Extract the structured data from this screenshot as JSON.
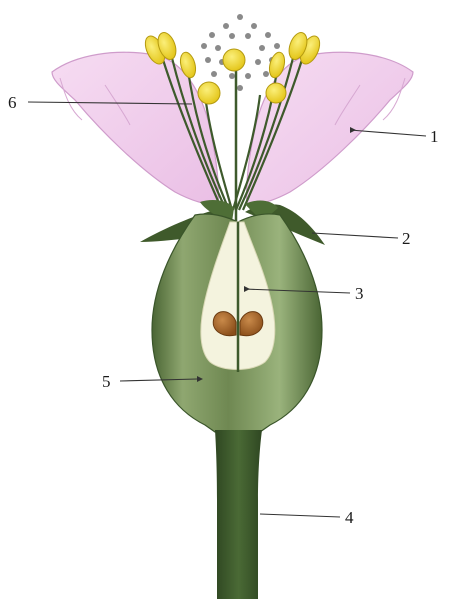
{
  "labels": {
    "l1": "1",
    "l2": "2",
    "l3": "3",
    "l4": "4",
    "l5": "5",
    "l6": "6"
  },
  "colors": {
    "petal": "#f3cfee",
    "petal_edge": "#cf9ccb",
    "sepal": "#3f5a2b",
    "receptacle_light": "#8aa06a",
    "receptacle_dark": "#4a6534",
    "ovary_cavity": "#f4f3de",
    "stem": "#3a552a",
    "filament": "#3e5a2c",
    "anther": "#f0d82e",
    "anther_edge": "#b49a10",
    "pollen": "#8a8a8a",
    "ovule": "#9a5a20",
    "leader": "#333333"
  }
}
